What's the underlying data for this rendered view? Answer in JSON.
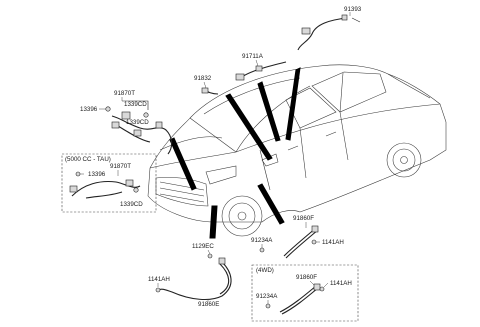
{
  "callouts": {
    "c91393": "91393",
    "c91711A": "91711A",
    "c91832": "91832",
    "c91870T_main": "91870T",
    "c13396_main": "13396",
    "c1339CD_main_top": "1339CD",
    "c1339CD_main_mid": "1339CD",
    "c5000_title": "(5000 CC - TAU)",
    "c91870T_inset": "91870T",
    "c13396_inset": "13396",
    "c1339CD_inset": "1339CD",
    "c91860F": "91860F",
    "c91234A": "91234A",
    "c1141AH_right": "1141AH",
    "c1129EC": "1129EC",
    "c1141AH_left": "1141AH",
    "c91860E": "91860E",
    "c4wd_title": "(4WD)",
    "c91860F_4wd": "91860F",
    "c1141AH_4wd": "1141AH",
    "c91234A_4wd": "91234A"
  },
  "colors": {
    "ink": "#222222",
    "leader": "#000000",
    "background": "#ffffff"
  }
}
